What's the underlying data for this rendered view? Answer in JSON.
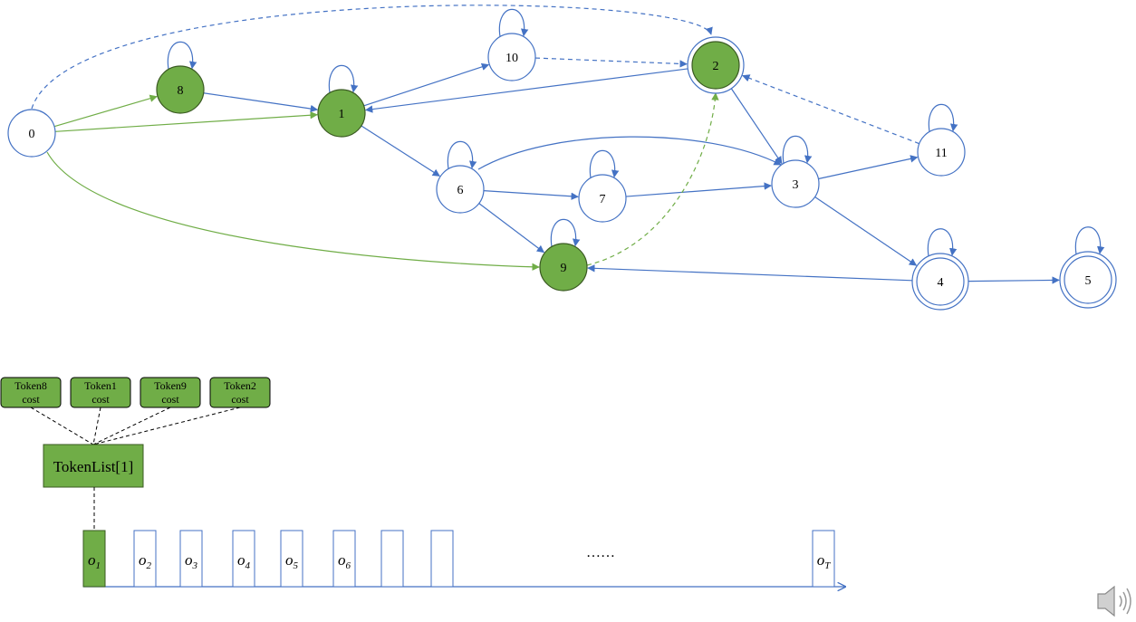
{
  "colors": {
    "green": "#70AD47",
    "blue": "#4472C4",
    "border_dark": "#3A5A22"
  },
  "graph": {
    "nodes": [
      {
        "id": "0",
        "label": "0",
        "filled": false,
        "final": false
      },
      {
        "id": "1",
        "label": "1",
        "filled": true,
        "final": false
      },
      {
        "id": "2",
        "label": "2",
        "filled": true,
        "final": true
      },
      {
        "id": "3",
        "label": "3",
        "filled": false,
        "final": false
      },
      {
        "id": "4",
        "label": "4",
        "filled": false,
        "final": true
      },
      {
        "id": "5",
        "label": "5",
        "filled": false,
        "final": true
      },
      {
        "id": "6",
        "label": "6",
        "filled": false,
        "final": false
      },
      {
        "id": "7",
        "label": "7",
        "filled": false,
        "final": false
      },
      {
        "id": "8",
        "label": "8",
        "filled": true,
        "final": false
      },
      {
        "id": "9",
        "label": "9",
        "filled": true,
        "final": false
      },
      {
        "id": "10",
        "label": "10",
        "filled": false,
        "final": false
      },
      {
        "id": "11",
        "label": "11",
        "filled": false,
        "final": false
      }
    ],
    "edges": [
      {
        "from": "0",
        "to": "8",
        "color": "green",
        "dashed": false
      },
      {
        "from": "0",
        "to": "1",
        "color": "green",
        "dashed": false
      },
      {
        "from": "0",
        "to": "9",
        "color": "green",
        "dashed": false
      },
      {
        "from": "0",
        "to": "2",
        "color": "blue",
        "dashed": true
      },
      {
        "from": "8",
        "to": "1",
        "color": "blue",
        "dashed": false
      },
      {
        "from": "1",
        "to": "10",
        "color": "blue",
        "dashed": false
      },
      {
        "from": "1",
        "to": "6",
        "color": "blue",
        "dashed": false
      },
      {
        "from": "10",
        "to": "2",
        "color": "blue",
        "dashed": true
      },
      {
        "from": "2",
        "to": "1",
        "color": "blue",
        "dashed": false
      },
      {
        "from": "2",
        "to": "3",
        "color": "blue",
        "dashed": false
      },
      {
        "from": "6",
        "to": "7",
        "color": "blue",
        "dashed": false
      },
      {
        "from": "6",
        "to": "9",
        "color": "blue",
        "dashed": false
      },
      {
        "from": "6",
        "to": "3",
        "color": "blue",
        "dashed": false
      },
      {
        "from": "7",
        "to": "3",
        "color": "blue",
        "dashed": false
      },
      {
        "from": "3",
        "to": "11",
        "color": "blue",
        "dashed": false
      },
      {
        "from": "3",
        "to": "4",
        "color": "blue",
        "dashed": false
      },
      {
        "from": "11",
        "to": "2",
        "color": "blue",
        "dashed": true
      },
      {
        "from": "4",
        "to": "9",
        "color": "blue",
        "dashed": false
      },
      {
        "from": "4",
        "to": "5",
        "color": "blue",
        "dashed": false
      },
      {
        "from": "9",
        "to": "2",
        "color": "green",
        "dashed": true
      }
    ],
    "self_loops": [
      "8",
      "1",
      "10",
      "6",
      "7",
      "9",
      "3",
      "11",
      "4",
      "5"
    ]
  },
  "tokens": [
    {
      "line1": "Token8",
      "line2": "cost"
    },
    {
      "line1": "Token1",
      "line2": "cost"
    },
    {
      "line1": "Token9",
      "line2": "cost"
    },
    {
      "line1": "Token2",
      "line2": "cost"
    }
  ],
  "token_list_label": "TokenList[1]",
  "frames": [
    {
      "base": "o",
      "sub": "1",
      "active": true
    },
    {
      "base": "o",
      "sub": "2",
      "active": false
    },
    {
      "base": "o",
      "sub": "3",
      "active": false
    },
    {
      "base": "o",
      "sub": "4",
      "active": false
    },
    {
      "base": "o",
      "sub": "5",
      "active": false
    },
    {
      "base": "o",
      "sub": "6",
      "active": false
    },
    {
      "base": "",
      "sub": "",
      "active": false
    },
    {
      "base": "",
      "sub": "",
      "active": false
    }
  ],
  "ellipsis": "……",
  "last_frame": {
    "base": "o",
    "sub": "T"
  },
  "speaker_icon": "speaker-icon"
}
